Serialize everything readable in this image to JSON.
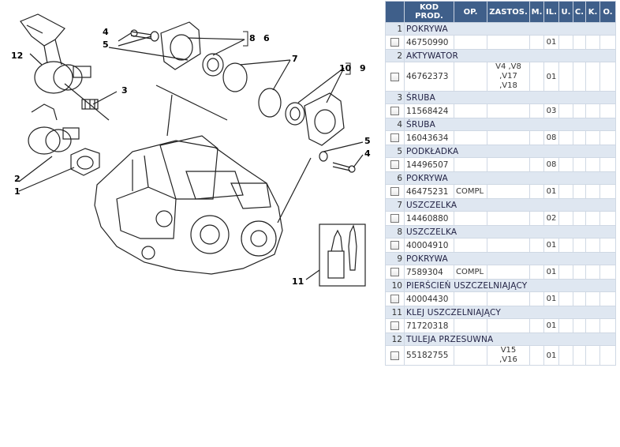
{
  "diagram": {
    "callouts": [
      "12",
      "2",
      "1",
      "3",
      "4",
      "5",
      "8",
      "6",
      "7",
      "10",
      "9",
      "5",
      "4",
      "11"
    ]
  },
  "table": {
    "headers": {
      "kod_line1": "KOD",
      "kod_line2": "PROD.",
      "op": "OP.",
      "zastos": "ZASTOS.",
      "m": "M.",
      "il": "IL.",
      "u": "U.",
      "c": "C.",
      "k": "K.",
      "o": "O."
    },
    "groups": [
      {
        "num": "1",
        "name": "POKRYWA",
        "code": "46750990",
        "op": "",
        "zastos": [],
        "il": "01"
      },
      {
        "num": "2",
        "name": "AKTYWATOR",
        "code": "46762373",
        "op": "",
        "zastos": [
          "V4 ,V8",
          ",V17",
          ",V18"
        ],
        "il": "01"
      },
      {
        "num": "3",
        "name": "ŚRUBA",
        "code": "11568424",
        "op": "",
        "zastos": [],
        "il": "03"
      },
      {
        "num": "4",
        "name": "ŚRUBA",
        "code": "16043634",
        "op": "",
        "zastos": [],
        "il": "08"
      },
      {
        "num": "5",
        "name": "PODKŁADKA",
        "code": "14496507",
        "op": "",
        "zastos": [],
        "il": "08"
      },
      {
        "num": "6",
        "name": "POKRYWA",
        "code": "46475231",
        "op": "COMPL",
        "zastos": [],
        "il": "01"
      },
      {
        "num": "7",
        "name": "USZCZELKA",
        "code": "14460880",
        "op": "",
        "zastos": [],
        "il": "02"
      },
      {
        "num": "8",
        "name": "USZCZELKA",
        "code": "40004910",
        "op": "",
        "zastos": [],
        "il": "01"
      },
      {
        "num": "9",
        "name": "POKRYWA",
        "code": " 7589304",
        "op": "COMPL",
        "zastos": [],
        "il": "01"
      },
      {
        "num": "10",
        "name": "PIERŚCIEŃ USZCZELNIAJĄCY",
        "code": "40004430",
        "op": "",
        "zastos": [],
        "il": "01"
      },
      {
        "num": "11",
        "name": "KLEJ USZCZELNIAJĄCY",
        "code": "71720318",
        "op": "",
        "zastos": [],
        "il": "01"
      },
      {
        "num": "12",
        "name": "TULEJA PRZESUWNA",
        "code": "55182755",
        "op": "",
        "zastos": [
          "V15",
          ",V16"
        ],
        "il": "01"
      }
    ]
  }
}
